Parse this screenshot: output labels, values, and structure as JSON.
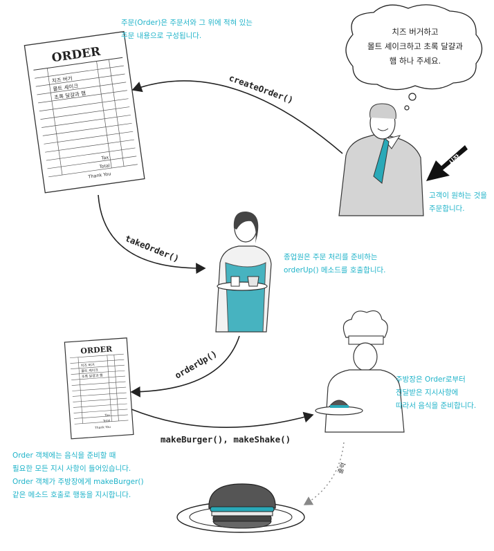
{
  "speech_bubble": {
    "lines": [
      "치즈 버거하고",
      "몰트 셰이크하고 초록 달걀과",
      "햄 하나 주세요."
    ]
  },
  "arrows": {
    "create_order": "createOrder()",
    "take_order": "takeOrder()",
    "order_up": "orderUp()",
    "make_burger_shake": "makeBurger(), makeShake()"
  },
  "notes": {
    "order_note": [
      "주문(Order)은 주문서와 그 위에 적혀 있는",
      "주문 내용으로 구성됩니다."
    ],
    "customer_note": [
      "고객이 원하는 것을",
      "주문합니다."
    ],
    "waitress_note": [
      "종업원은 주문 처리를 준비하는",
      "orderUp() 메소드를 호출합니다."
    ],
    "cook_note": [
      "주방장은 Order로부터",
      "전달받은 지시사항에",
      "따라서 음식을 준비합니다."
    ],
    "order_object_note": [
      "Order 객체에는 음식을 준비할 때",
      "필요한 모든 지시 사항이 들어있습니다.",
      "Order 객체가 주방장에게 makeBurger()",
      "같은 메소드 호출로 행동을 지시합니다."
    ]
  },
  "start_label": "시작",
  "output_label": "출력",
  "order_slip_large": {
    "title": "ORDER",
    "items": [
      "치즈 버거",
      "몰트 셰이크",
      "초록 달걀과 햄"
    ],
    "footer": [
      "Tax",
      "Total",
      "Thank You"
    ]
  },
  "order_slip_small": {
    "title": "ORDER",
    "items": [
      "치즈 버거",
      "몰트 셰이크",
      "초록 달걀과 햄"
    ],
    "footer": [
      "Tax",
      "Total",
      "Thank You"
    ]
  },
  "colors": {
    "accent": "#1fb3c9",
    "ink": "#222222",
    "tie": "#2aa9b8"
  }
}
